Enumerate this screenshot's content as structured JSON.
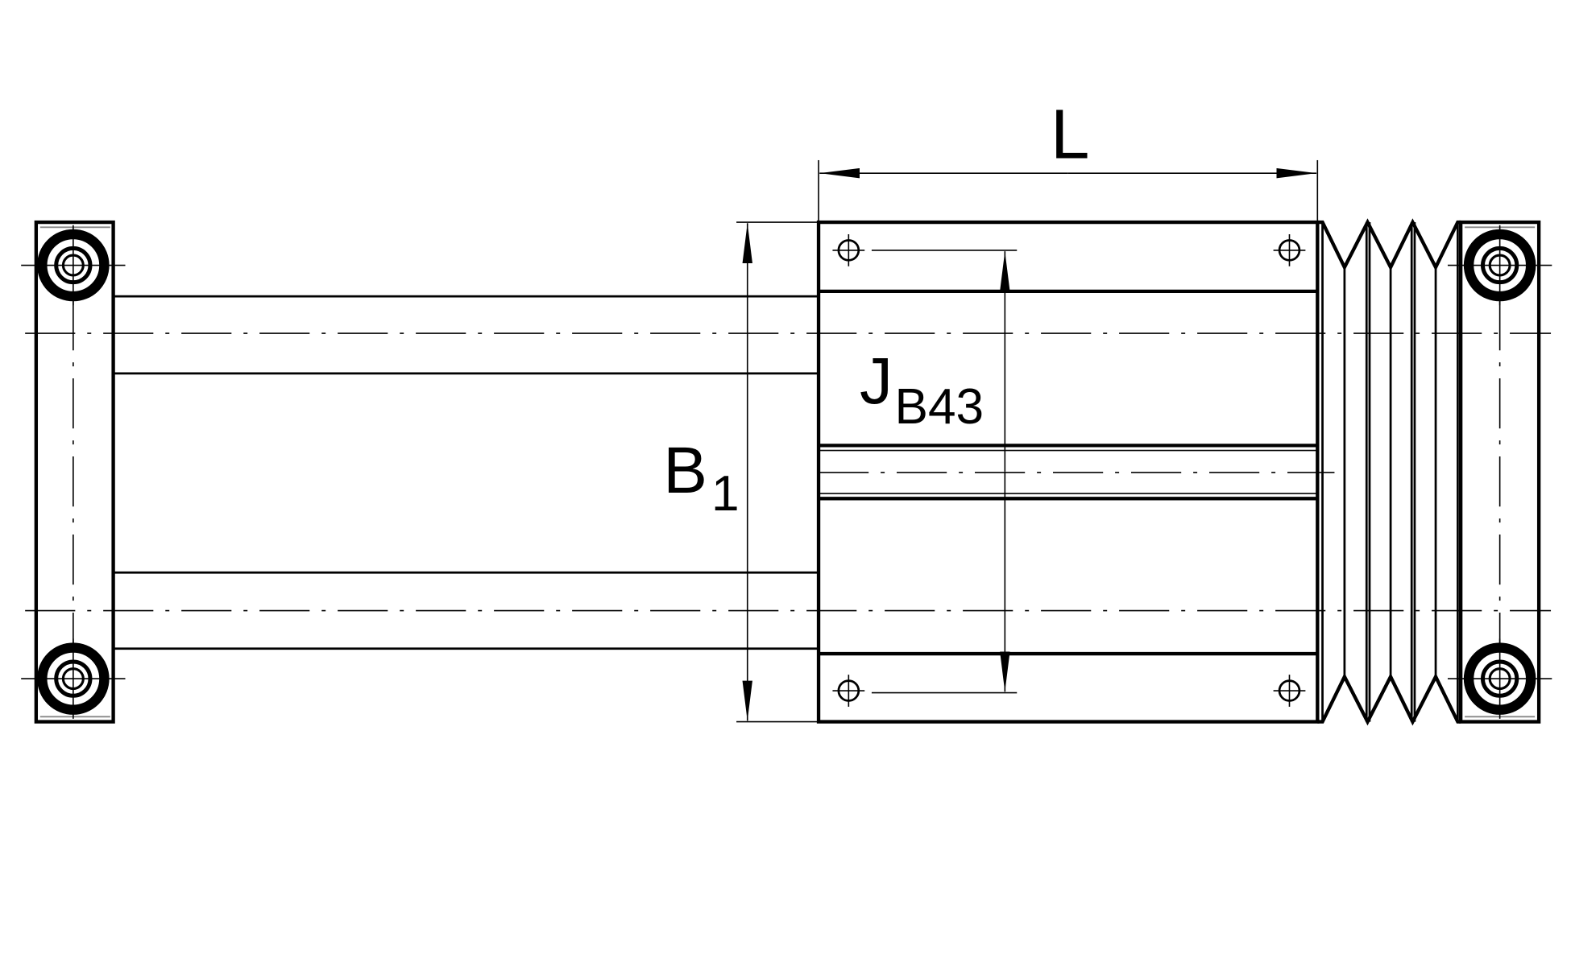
{
  "drawing": {
    "dimensions": {
      "length": {
        "symbol": "L"
      },
      "width": {
        "symbol": "B",
        "subscript": "1"
      },
      "rail_distance": {
        "symbol": "J",
        "subscript": "B43"
      }
    },
    "colors": {
      "line": "#000000",
      "background": "#ffffff",
      "hidden_edge": "#888888"
    }
  }
}
